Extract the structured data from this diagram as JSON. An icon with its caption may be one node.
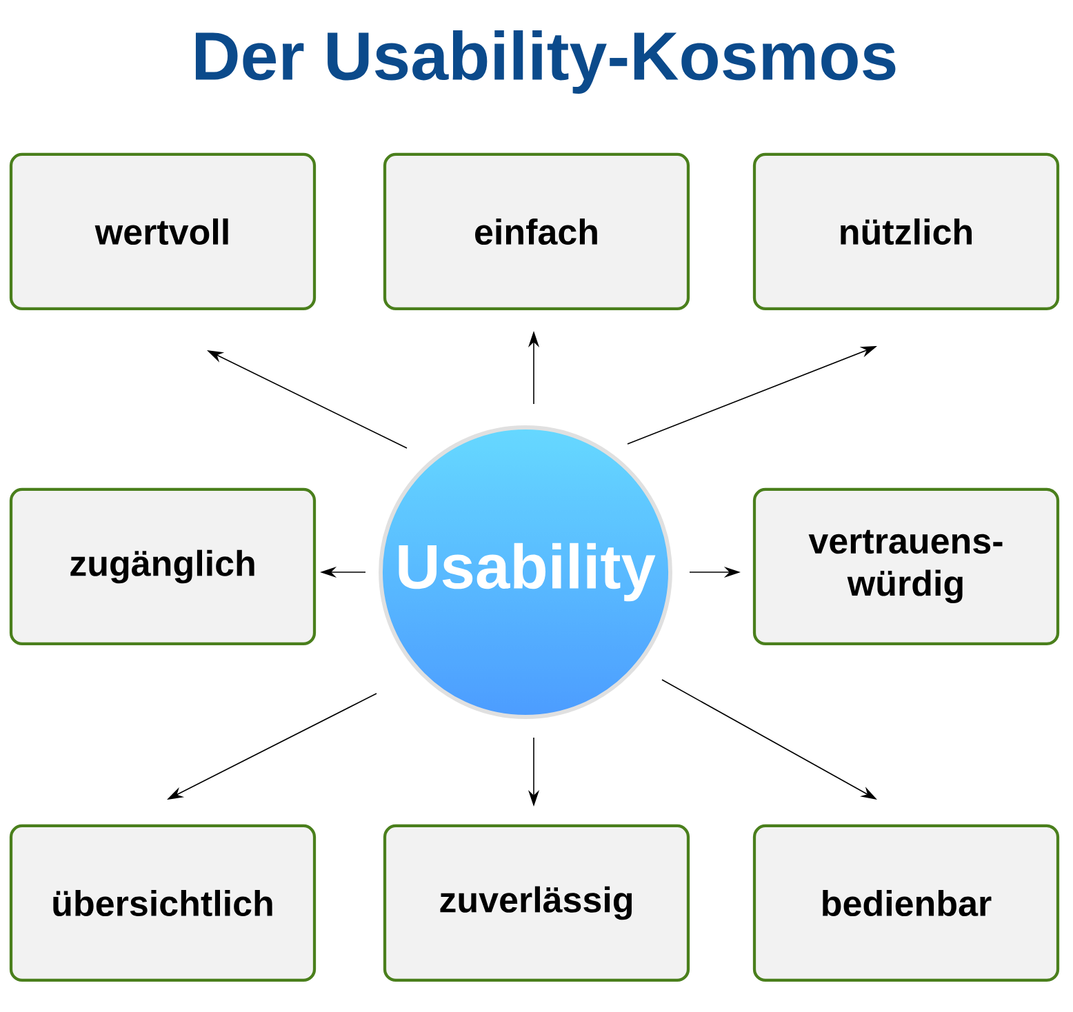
{
  "diagram": {
    "title": "Der Usability-Kosmos",
    "nodes": [
      {
        "text": [
          "wertvoll"
        ]
      },
      {
        "text": [
          "einfach"
        ]
      },
      {
        "text": [
          "nützlich"
        ]
      },
      {
        "text": [
          "zugänglich"
        ]
      },
      {
        "text": [
          "Usability"
        ]
      },
      {
        "text": [
          "vertrauens- würdig"
        ]
      },
      {
        "text": [
          "übersichtlich"
        ]
      },
      {
        "text": [
          "zuverlässig"
        ]
      },
      {
        "text": [
          "bedienbar"
        ]
      }
    ],
    "edges": [
      {
        "from": 4,
        "to": 0,
        "arrow": "to"
      },
      {
        "from": 4,
        "to": 1,
        "arrow": "to"
      },
      {
        "from": 4,
        "to": 2,
        "arrow": "to"
      },
      {
        "from": 4,
        "to": 3,
        "arrow": "to"
      },
      {
        "from": 4,
        "to": 5,
        "arrow": "to"
      },
      {
        "from": 4,
        "to": 6,
        "arrow": "to"
      },
      {
        "from": 4,
        "to": 7,
        "arrow": "to"
      },
      {
        "from": 4,
        "to": 8,
        "arrow": "to"
      }
    ]
  }
}
